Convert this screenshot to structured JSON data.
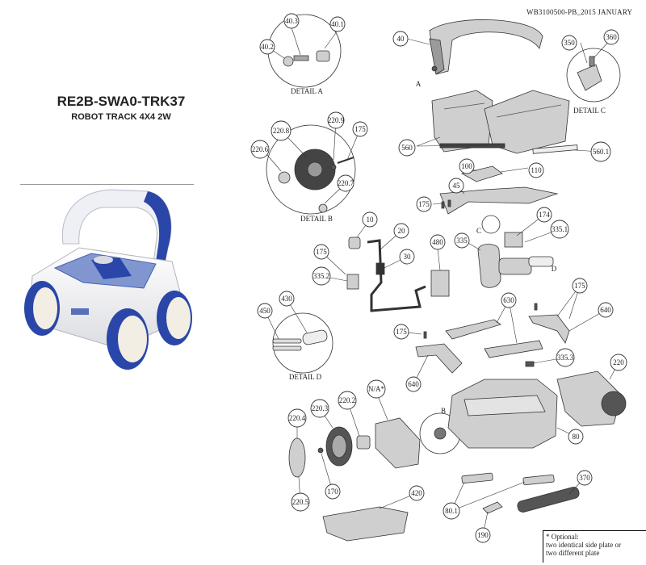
{
  "header": {
    "doc_code": "WB3100500-PB_2015 JANUARY"
  },
  "product": {
    "code": "RE2B-SWA0-TRK37",
    "name": "ROBOT TRACK 4X4 2W"
  },
  "details": {
    "a": "DETAIL A",
    "b": "DETAIL B",
    "c": "DETAIL C",
    "d": "DETAIL D"
  },
  "letters": {
    "a": "A",
    "b": "B",
    "c": "C",
    "d": "D"
  },
  "callouts": {
    "c40_3": "40.3",
    "c40_1": "40.1",
    "c40_2": "40.2",
    "c40": "40",
    "c350": "350",
    "c360": "360",
    "c560": "560",
    "c560_1": "560.1",
    "c100": "100",
    "c110": "110",
    "c45": "45",
    "c175_a": "175",
    "c220_8": "220.8",
    "c220_9": "220.9",
    "c175_b": "175",
    "c220_6": "220.6",
    "c220_7": "220.7",
    "c10": "10",
    "c20": "20",
    "c30": "30",
    "c480": "480",
    "c335": "335",
    "c174": "174",
    "c335_1": "335.1",
    "c175_c": "175",
    "c335_2": "335.2",
    "c450": "450",
    "c430": "430",
    "c630": "630",
    "c175_d": "175",
    "c640_a": "640",
    "c175_e": "175",
    "c640_b": "640",
    "c335_3": "335.3",
    "c220": "220",
    "c220_3": "220.3",
    "c220_2": "220.2",
    "c_na": "N/A*",
    "c220_4": "220.4",
    "c80": "80",
    "c170": "170",
    "c220_5": "220.5",
    "c420": "420",
    "c370": "370",
    "c80_1": "80.1",
    "c190": "190"
  },
  "note": {
    "line1": "* Optional:",
    "line2": "two identical side plate or",
    "line3": "two different plate"
  },
  "colors": {
    "robot_blue": "#2a46a8",
    "robot_white": "#f4f4f4",
    "part_gray": "#c9c9c9",
    "line": "#333333"
  }
}
